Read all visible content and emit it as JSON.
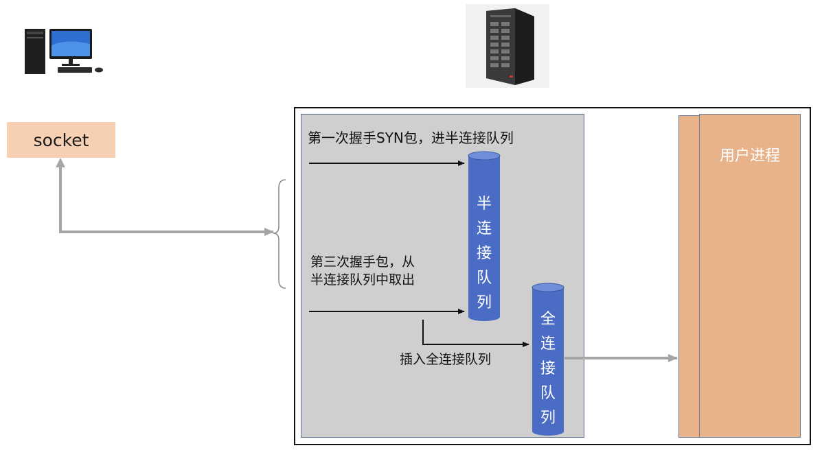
{
  "client": {
    "socket_label": "socket"
  },
  "kernel": {
    "syn_label": "第一次握手SYN包，进半连接队列",
    "third_handshake_label": [
      "第三次握手包，从",
      "半连接队列中取出"
    ],
    "insert_label": "插入全连接队列",
    "half_queue_chars": [
      "半",
      "连",
      "接",
      "队",
      "列"
    ],
    "full_queue_chars": [
      "全",
      "连",
      "接",
      "队",
      "列"
    ]
  },
  "user_process": {
    "label": "用户进程"
  },
  "colors": {
    "socket_fill": "#f7d0b3",
    "kernel_fill": "#cfcfcf",
    "queue_fill": "#4a6cc4",
    "user_process_fill": "#e8b38a",
    "connector_gray": "#a6a6a6"
  },
  "icons": {
    "client": "desktop-computer-icon",
    "server": "tower-server-icon"
  }
}
